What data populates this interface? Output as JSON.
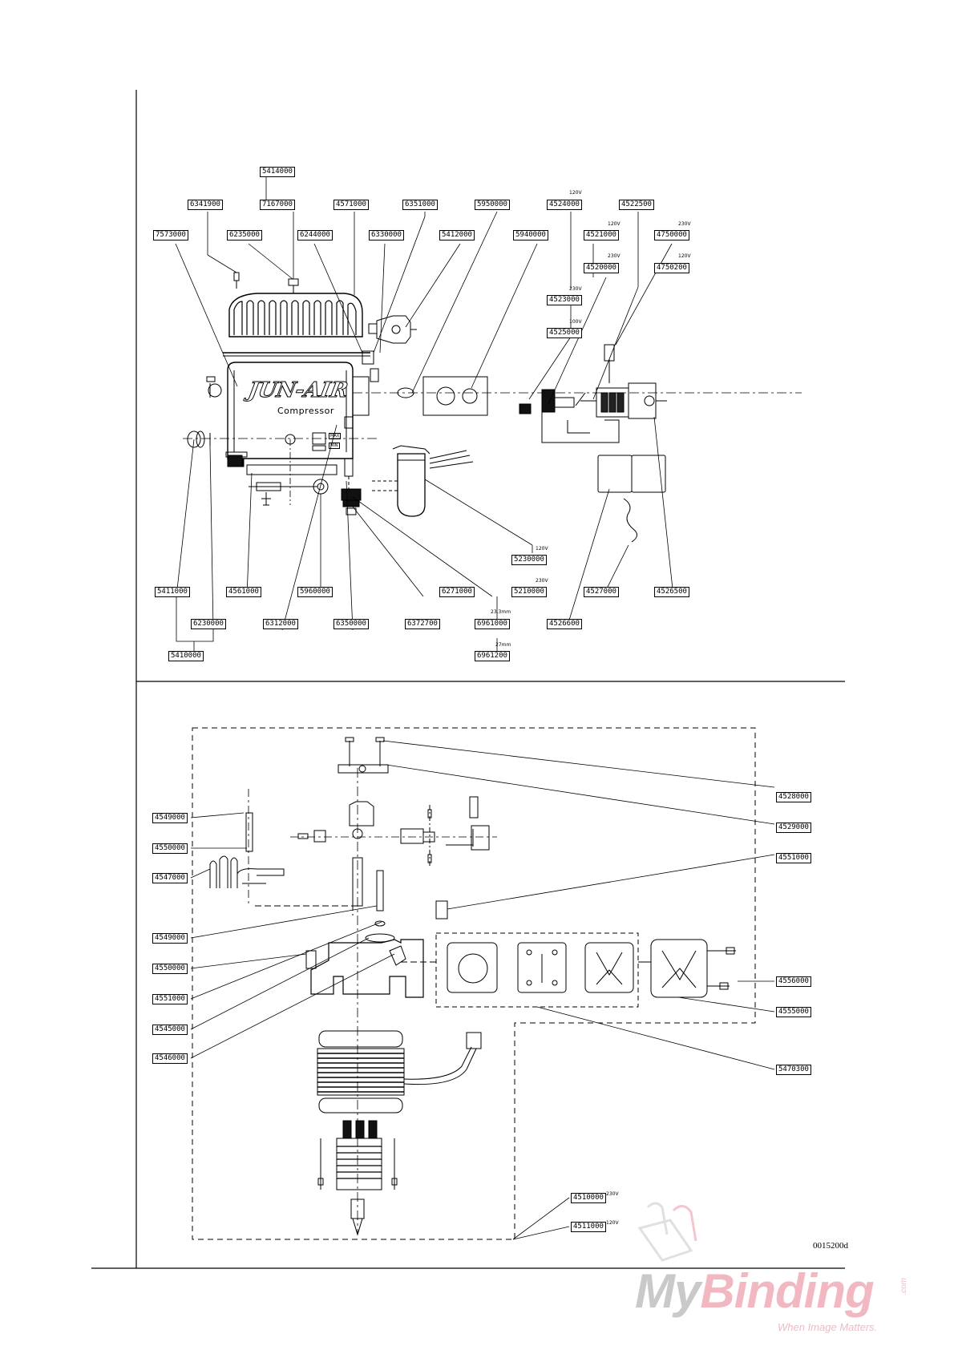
{
  "labels": {
    "l5414000": "5414000",
    "l7167000": "7167000",
    "l6341900": "6341900",
    "l6235000": "6235000",
    "l7573000": "7573000",
    "l6244000": "6244000",
    "l4571000": "4571000",
    "l6330000": "6330000",
    "l6351000": "6351000",
    "l5412000": "5412000",
    "l5950000": "5950000",
    "l5940000": "5940000",
    "l4524000": "4524000",
    "l4522500": "4522500",
    "l4521000": "4521000",
    "l4520000": "4520000",
    "l4750000": "4750000",
    "l4750200": "4750200",
    "l4523000": "4523000",
    "l4525000": "4525000",
    "l5230000": "5230000",
    "l5210000": "5210000",
    "l5411000": "5411000",
    "l4561000": "4561000",
    "l5960000": "5960000",
    "l6271000": "6271000",
    "l4527000": "4527000",
    "l4526500": "4526500",
    "l6230000": "6230000",
    "l6312000": "6312000",
    "l6350000": "6350000",
    "l6372700": "6372700",
    "l6961000": "6961000",
    "l4526600": "4526600",
    "l5410000": "5410000",
    "l6961200": "6961200",
    "l4528000": "4528000",
    "l4529000": "4529000",
    "l4549000a": "4549000",
    "l4550000a": "4550000",
    "l4547000": "4547000",
    "l4551000a": "4551000",
    "l4549000b": "4549000",
    "l4550000b": "4550000",
    "l4551000b": "4551000",
    "l4545000": "4545000",
    "l4546000": "4546000",
    "l4556000": "4556000",
    "l4555000": "4555000",
    "l5470300": "5470300",
    "l4510000": "4510000",
    "l4511000": "4511000"
  },
  "notes": {
    "n4524000": "120V",
    "n4521000": "120V",
    "n4520000": "230V",
    "n4750000": "230V",
    "n4750200": "120V",
    "n4523000": "230V",
    "n4525000": "100V",
    "n5230000": "120V",
    "n5210000": "230V",
    "n6961000": "23.3mm",
    "n6961200": "27mm",
    "n4510000": "230V",
    "n4511000": "120V"
  },
  "product": {
    "brand": "JUN-AIR",
    "model": "Compressor",
    "max_label": "MAX",
    "min_label": "MIN"
  },
  "document_id": "0015200d",
  "watermark": {
    "my": "My",
    "binding": "Binding",
    "com": ".com",
    "tagline": "When Image Matters."
  }
}
